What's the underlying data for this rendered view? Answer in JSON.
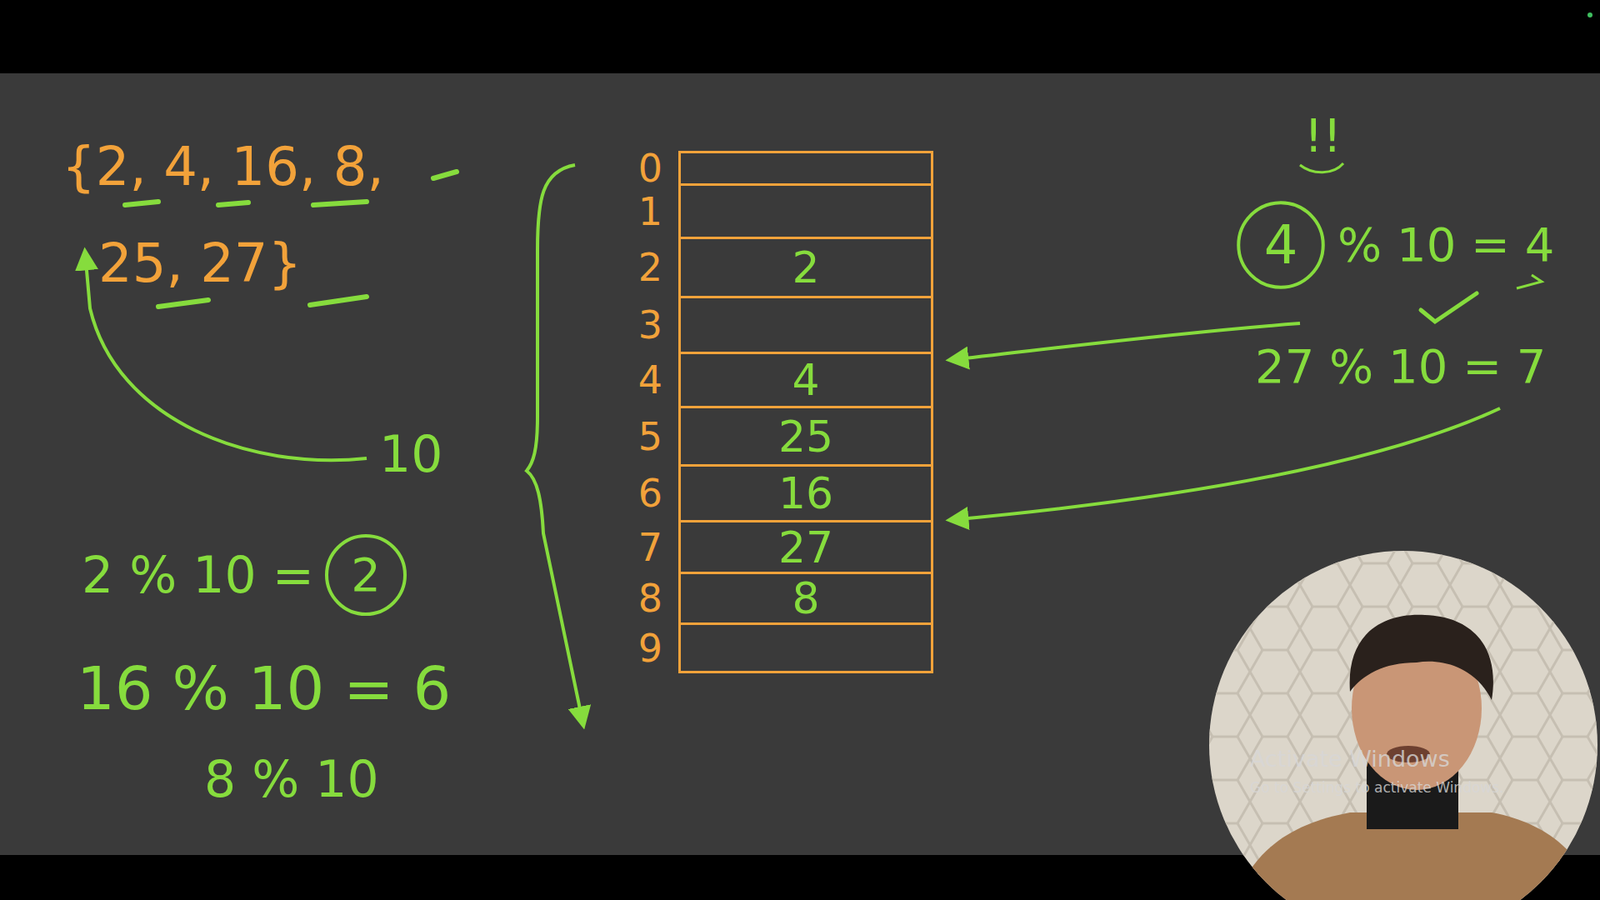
{
  "diagram": {
    "nodes": [
      {
        "text": [
          "0"
        ]
      },
      {
        "text": [
          "1"
        ]
      },
      {
        "text": [
          "2",
          "2"
        ]
      },
      {
        "text": [
          "3"
        ]
      },
      {
        "text": [
          "4",
          "4"
        ]
      },
      {
        "text": [
          "5",
          "25"
        ]
      },
      {
        "text": [
          "6",
          "16"
        ]
      },
      {
        "text": [
          "7",
          "27"
        ]
      },
      {
        "text": [
          "8",
          "8"
        ]
      },
      {
        "text": [
          "9"
        ]
      },
      {
        "text": [
          "4"
        ]
      },
      {
        "text": [
          "2"
        ]
      }
    ],
    "labels": [
      "{2, 4, 16, 8,",
      "25, 27}",
      "10",
      "2 % 10 =",
      "16 % 10 = 6",
      "8 % 10",
      "!!",
      "% 10 = 4",
      "27 % 10 = 7",
      "Activate Windows",
      "Go to Settings to activate Windows."
    ]
  }
}
